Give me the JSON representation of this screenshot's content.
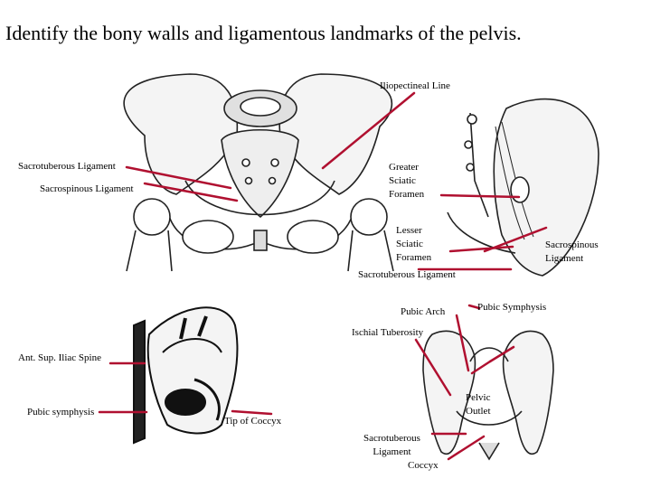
{
  "slide": {
    "title": "Identify the bony walls and ligamentous landmarks of the pelvis."
  },
  "labels": {
    "iliopectineal_line": "Iliopectineal Line",
    "sacrotuberous_ligament_top": "Sacrotuberous Ligament",
    "sacrospinous_ligament_top": "Sacrospinous Ligament",
    "greater_sciatic_foramen": [
      "Greater",
      "Sciatic",
      "Foramen"
    ],
    "lesser_sciatic_foramen": [
      "Lesser",
      "Sciatic",
      "Foramen"
    ],
    "sacrospinous_ligament_side": [
      "Sacrospinous",
      "Ligament"
    ],
    "sacrotuberous_ligament_mid": "Sacrotuberous Ligament",
    "pubic_arch": "Pubic Arch",
    "pubic_symphysis_upper": "Pubic Symphysis",
    "ischial_tuberosity": "Ischial Tuberosity",
    "ant_sup_iliac_spine": "Ant. Sup. Iliac Spine",
    "pubic_symphysis_lower": "Pubic symphysis",
    "tip_of_coccyx": "Tip of Coccyx",
    "pelvic_outlet": [
      "Pelvic",
      "Outlet"
    ],
    "sacrotuberous_ligament_bottom": [
      "Sacrotuberous",
      "Ligament"
    ],
    "coccyx": "Coccyx"
  },
  "colors": {
    "pointer": "#b01030",
    "bone_stroke": "#222222",
    "bone_fill": "#f4f4f4"
  }
}
